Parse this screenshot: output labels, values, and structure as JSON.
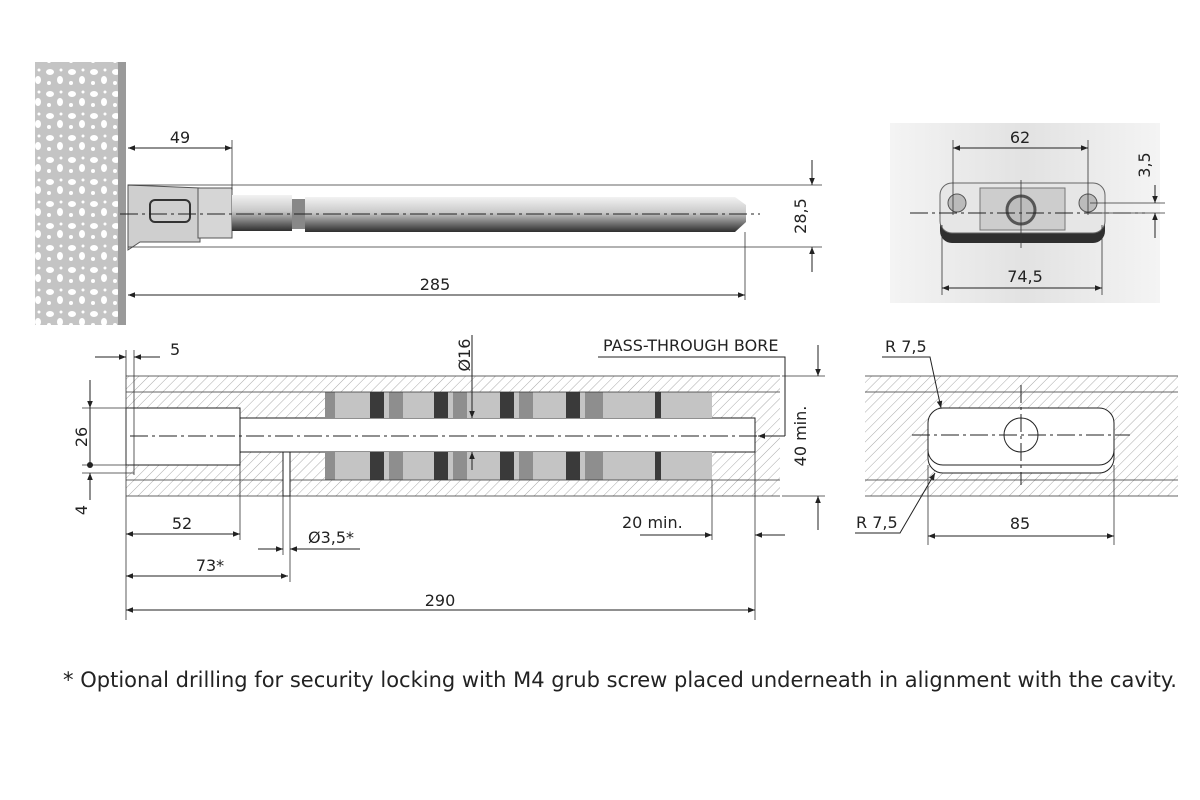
{
  "top_view": {
    "dim_insert_depth": "49",
    "dim_length": "285",
    "dim_height": "28,5"
  },
  "front_view": {
    "dim_inner_spacing": "62",
    "dim_outer_width": "74,5",
    "dim_offset": "3,5"
  },
  "section_view": {
    "dim_5": "5",
    "dim_26": "26",
    "dim_4": "4",
    "dim_52": "52",
    "dim_hole_diameter": "Ø3,5*",
    "dim_73": "73*",
    "dim_290": "290",
    "dim_20min": "20 min.",
    "dim_40min": "40 min.",
    "dim_bore_diameter": "Ø16",
    "label_pass_through": "PASS-THROUGH BORE"
  },
  "cavity_view": {
    "radius_top": "R 7,5",
    "radius_bottom": "R 7,5",
    "dim_85": "85"
  },
  "footnote": "* Optional drilling for security locking with M4 grub screw placed underneath in alignment with the cavity.",
  "colors": {
    "line": "#222222",
    "hatch": "#9a9a9a",
    "metal": "#b8b8b8",
    "magnet_dark": "#3a3a3a"
  }
}
